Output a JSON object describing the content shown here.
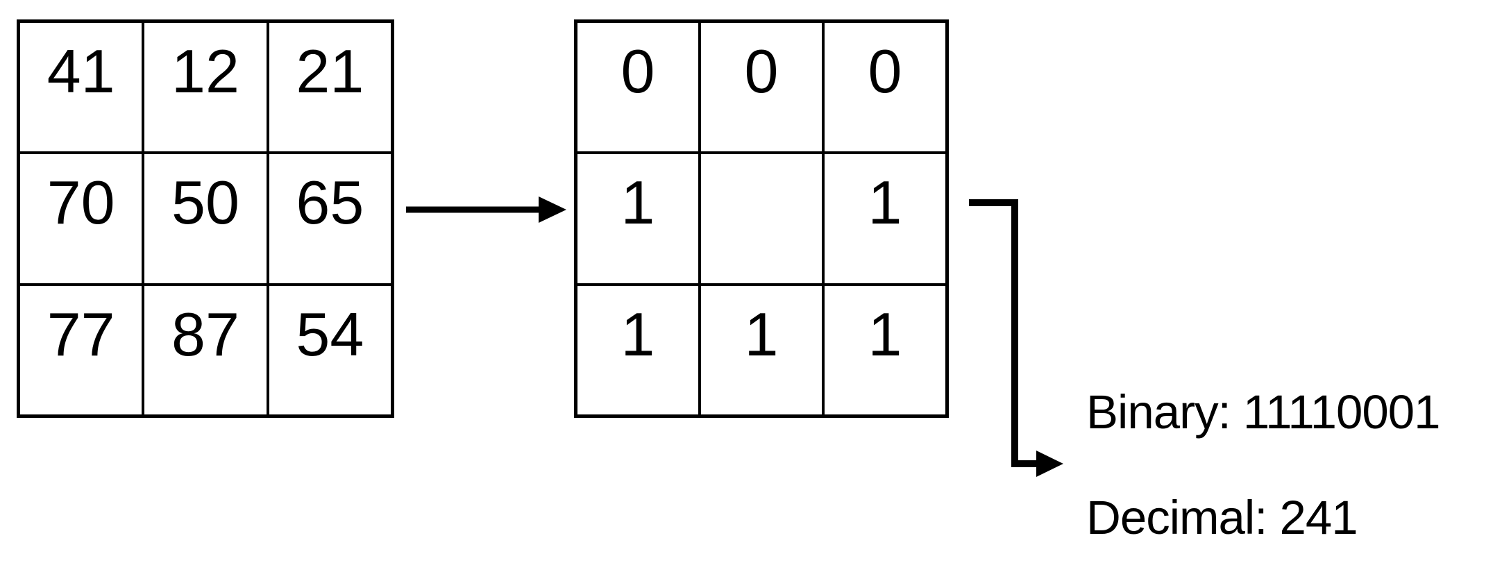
{
  "diagram": {
    "description": "local-binary-pattern-thresholding-diagram",
    "pixel_grid": {
      "rows": [
        [
          "41",
          "12",
          "21"
        ],
        [
          "70",
          "50",
          "65"
        ],
        [
          "77",
          "87",
          "54"
        ]
      ]
    },
    "threshold_grid": {
      "rows": [
        [
          "0",
          "0",
          "0"
        ],
        [
          "1",
          "",
          "1"
        ],
        [
          "1",
          "1",
          "1"
        ]
      ]
    },
    "result": {
      "binary_text": "Binary: 11110001",
      "decimal_text": "Decimal: 241"
    },
    "colors": {
      "ink": "#000000",
      "background": "#ffffff"
    }
  }
}
